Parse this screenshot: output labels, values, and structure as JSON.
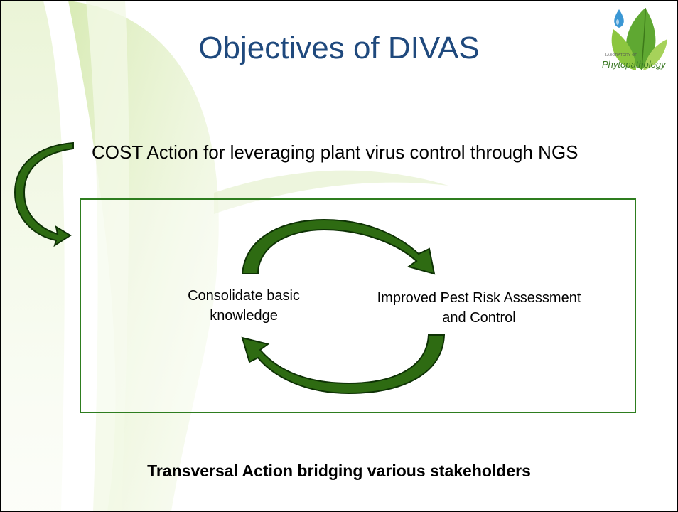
{
  "title": "Objectives of DIVAS",
  "cost_action": "COST Action for leveraging plant virus control through NGS",
  "diagram": {
    "left_node": "Consolidate basic knowledge",
    "right_node": "Improved Pest Risk Assessment and Control"
  },
  "footer": "Transversal Action bridging various stakeholders",
  "logo": {
    "small_text": "LABORATORY OF",
    "name": "Phytopathology"
  },
  "colors": {
    "title": "#1f497d",
    "arrow_fill": "#2e6b12",
    "box_border": "#2e7d1f",
    "leaf_light": "#dfeec0"
  }
}
